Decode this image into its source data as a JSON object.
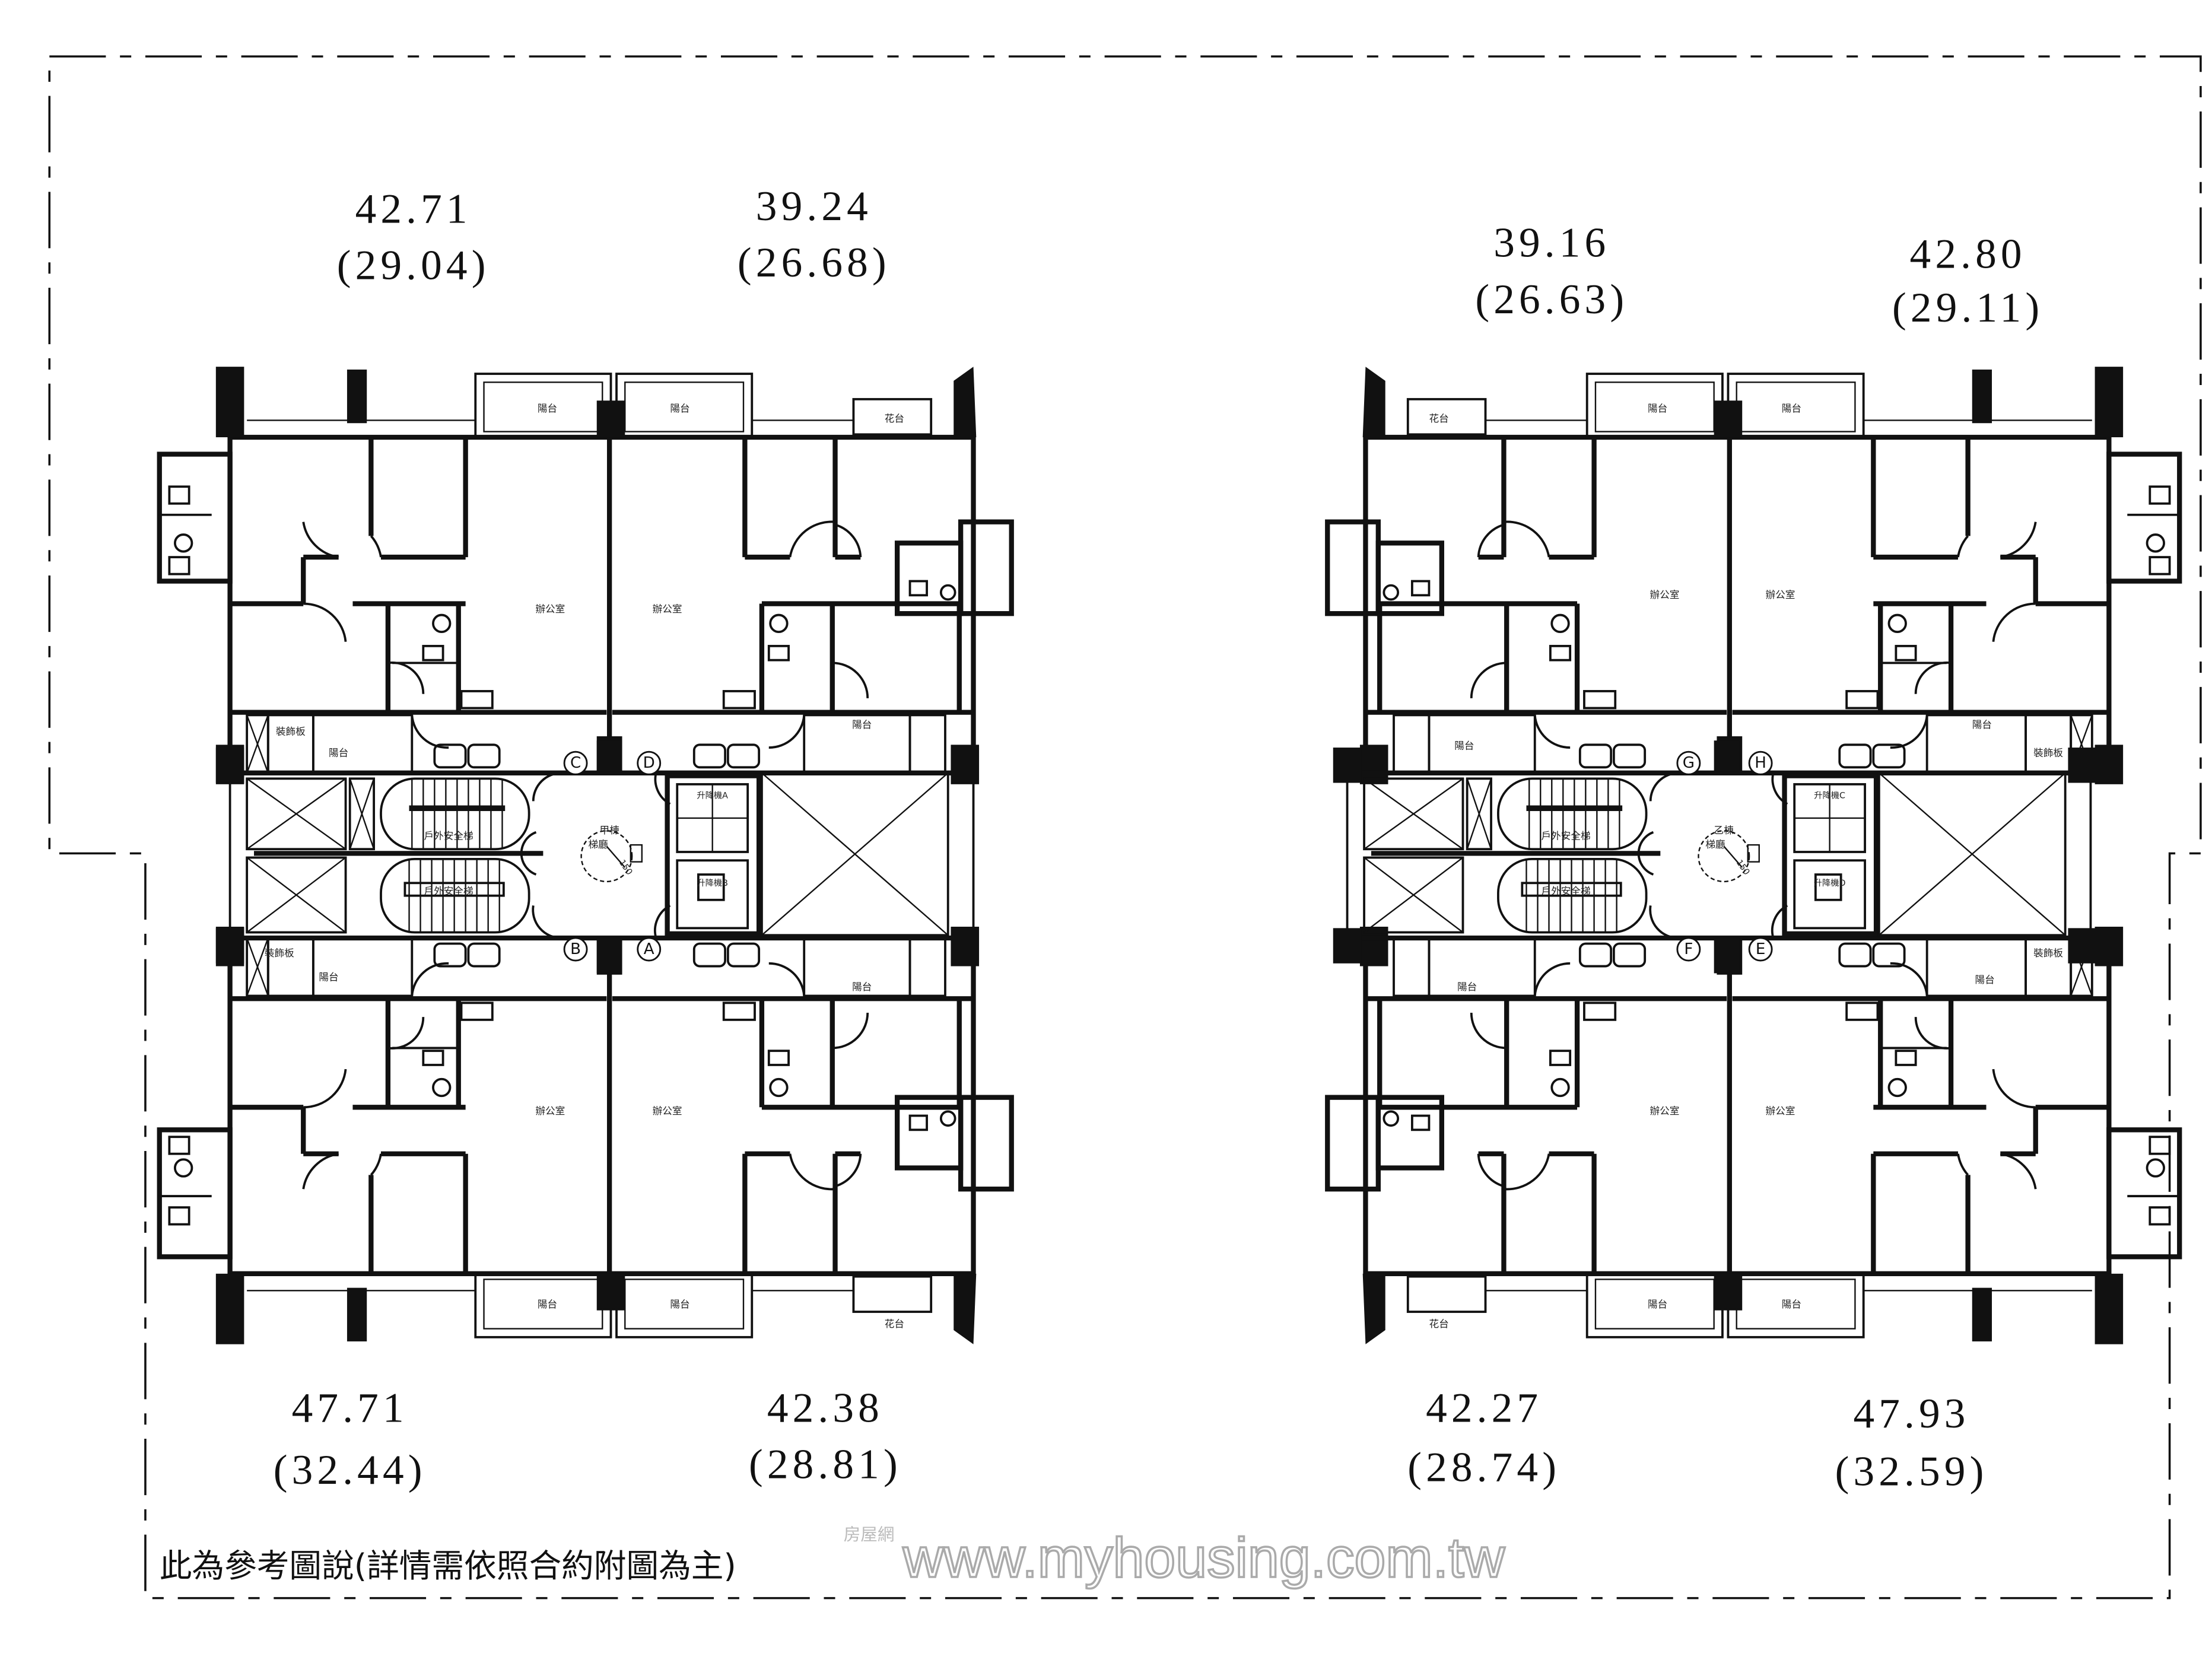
{
  "units": [
    {
      "area": "42.71",
      "net": "(29.04)"
    },
    {
      "area": "39.24",
      "net": "(26.68)"
    },
    {
      "area": "39.16",
      "net": "(26.63)"
    },
    {
      "area": "42.80",
      "net": "(29.11)"
    },
    {
      "area": "47.71",
      "net": "(32.44)"
    },
    {
      "area": "42.38",
      "net": "(28.81)"
    },
    {
      "area": "42.27",
      "net": "(28.74)"
    },
    {
      "area": "47.93",
      "net": "(32.59)"
    }
  ],
  "labels": {
    "office": "辦公室",
    "balcony": "陽台",
    "planter": "花台",
    "deco_panel": "裝飾板",
    "stair": "戶外安全梯"
  },
  "building_a": {
    "name": "甲棟",
    "lobby": "梯廳",
    "radius": "150",
    "doors": {
      "a": "A",
      "b": "B",
      "c": "C",
      "d": "D"
    },
    "elevators": [
      "升降機A",
      "升降機B"
    ]
  },
  "building_b": {
    "name": "乙棟",
    "lobby": "梯廳",
    "radius": "150",
    "doors": {
      "e": "E",
      "f": "F",
      "g": "G",
      "h": "H"
    },
    "elevators": [
      "升降機C",
      "升降機D"
    ]
  },
  "footer_note": "此為參考圖說(詳情需依照合約附圖為主)",
  "watermark": {
    "url": "www.myhousing.com.tw",
    "logo": "房屋網"
  }
}
